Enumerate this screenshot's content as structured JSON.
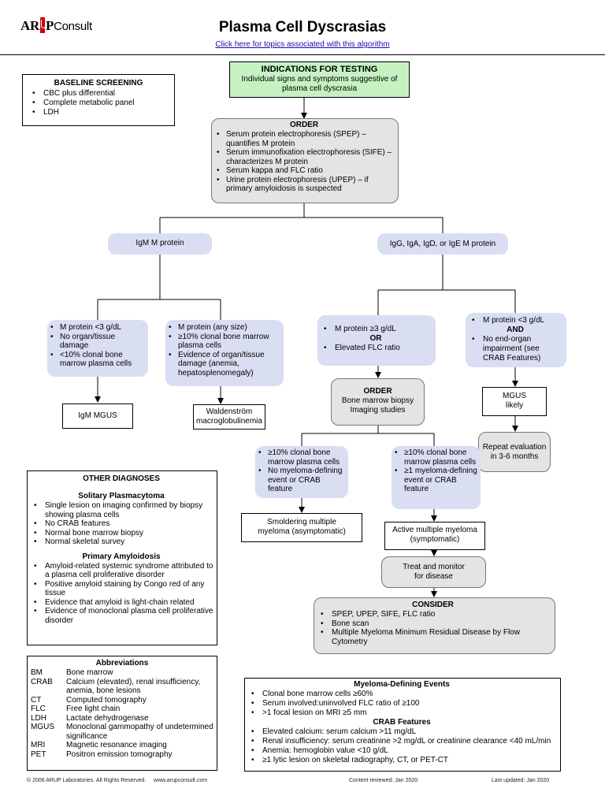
{
  "header": {
    "logo_arup": "ARUP",
    "logo_consult": "Consult",
    "title": "Plasma Cell Dyscrasias",
    "link": "Click here for topics associated with this algorithm"
  },
  "baseline": {
    "title": "BASELINE SCREENING",
    "items": [
      "CBC plus differential",
      "Complete metabolic panel",
      "LDH"
    ]
  },
  "indications": {
    "title": "INDICATIONS FOR TESTING",
    "text": "Individual signs and symptoms suggestive of plasma cell dyscrasia"
  },
  "order1": {
    "title": "ORDER",
    "items": [
      "Serum protein electrophoresis (SPEP) – quantifies M protein",
      "Serum immunofixation electrophoresis (SIFE) – characterizes M protein",
      "Serum kappa and FLC ratio",
      "Urine protein electrophoresis (UPEP) – if primary amyloidosis is suspected"
    ]
  },
  "igm": {
    "label": "IgM M protein"
  },
  "igg": {
    "label": "IgG, IgA, IgD, or IgE M protein"
  },
  "igm_left": {
    "items": [
      "M protein <3 g/dL",
      "No organ/tissue damage",
      "<10% clonal bone marrow plasma cells"
    ]
  },
  "igm_right": {
    "items": [
      "M protein (any size)",
      "≥10% clonal bone marrow plasma cells",
      "Evidence of organ/tissue damage (anemia, hepatosplenomegaly)"
    ]
  },
  "igm_mgus": {
    "label": "IgM MGUS"
  },
  "waldenstrom": {
    "label": "Waldenström macroglobulinemia"
  },
  "mprotein_high": {
    "item1": "M protein ≥3 g/dL",
    "or": "OR",
    "item2": "Elevated FLC ratio"
  },
  "mprotein_low": {
    "item1": "M protein <3 g/dL",
    "and": "AND",
    "item2": "No end-organ impairment (see CRAB Features)"
  },
  "mgus_likely": {
    "label": "MGUS likely"
  },
  "repeat_eval": {
    "label": "Repeat evaluation in 3-6 months"
  },
  "order2": {
    "title": "ORDER",
    "line1": "Bone marrow biopsy",
    "line2": "Imaging studies"
  },
  "smolder_criteria": {
    "items": [
      "≥10% clonal bone marrow plasma cells",
      "No myeloma-defining event or CRAB feature"
    ]
  },
  "active_criteria": {
    "items": [
      "≥10% clonal bone marrow plasma cells",
      "≥1 myeloma-defining event or CRAB feature"
    ]
  },
  "smoldering": {
    "label": "Smoldering multiple myeloma (asymptomatic)"
  },
  "active": {
    "label": "Active multiple myeloma (symptomatic)"
  },
  "treat": {
    "label": "Treat and monitor for disease"
  },
  "consider": {
    "title": "CONSIDER",
    "items": [
      "SPEP, UPEP, SIFE, FLC ratio",
      "Bone scan",
      "Multiple Myeloma Minimum Residual Disease by Flow Cytometry"
    ]
  },
  "other": {
    "title": "OTHER DIAGNOSES",
    "sp_title": "Solitary Plasmacytoma",
    "sp_items": [
      "Single lesion on imaging confirmed by biopsy showing plasma cells",
      "No CRAB features",
      "Normal bone marrow biopsy",
      "Normal skeletal survey"
    ],
    "pa_title": "Primary Amyloidosis",
    "pa_items": [
      "Amyloid-related systemic syndrome attributed to a plasma cell proliferative disorder",
      "Positive amyloid staining by Congo red of any tissue",
      "Evidence that amyloid is light-chain related",
      "Evidence of monoclonal plasma cell proliferative disorder"
    ]
  },
  "abbreviations": {
    "title": "Abbreviations",
    "rows": [
      {
        "k": "BM",
        "v": "Bone marrow"
      },
      {
        "k": "CRAB",
        "v": "Calcium (elevated), renal insufficiency, anemia, bone lesions"
      },
      {
        "k": "CT",
        "v": "Computed tomography"
      },
      {
        "k": "FLC",
        "v": "Free light chain"
      },
      {
        "k": "LDH",
        "v": "Lactate dehydrogenase"
      },
      {
        "k": "MGUS",
        "v": "Monoclonal gammopathy of undetermined significance"
      },
      {
        "k": "MRI",
        "v": "Magnetic resonance imaging"
      },
      {
        "k": "PET",
        "v": "Positron emission tomography"
      }
    ]
  },
  "myeloma_events": {
    "title": "Myeloma-Defining Events",
    "items": [
      "Clonal bone marrow cells ≥60%",
      "Serum involved:uninvolved FLC ratio of ≥100",
      ">1 focal lesion on MRI ≥5 mm"
    ],
    "crab_title": "CRAB Features",
    "crab_items": [
      "Elevated calcium: serum calcium >11 mg/dL",
      "Renal insufficiency: serum creatinine >2 mg/dL or creatinine clearance <40 mL/min",
      "Anemia: hemoglobin value <10 g/dL",
      "≥1 lytic lesion on skeletal radiography, CT, or PET-CT"
    ]
  },
  "footer": {
    "copyright": "© 2006 ARUP Laboratories. All Rights Reserved.     www.arupconsult.com",
    "reviewed": "Content reviewed: Jan 2020",
    "updated": "Last updated: Jan 2020"
  },
  "colors": {
    "indications": "#c6f2c2",
    "criteria": "#d9def2",
    "process": "#e4e4e4",
    "link": "#1a0dab",
    "logo_bar": "#cc0000"
  }
}
